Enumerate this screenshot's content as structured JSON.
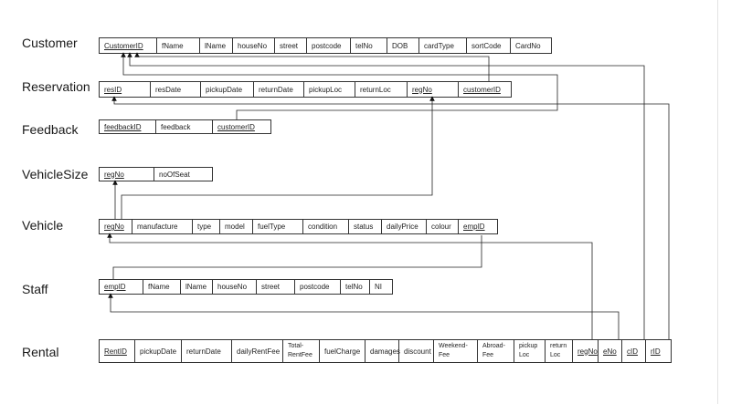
{
  "tables": [
    {
      "label": "Customer",
      "fields": [
        {
          "name": "CustomerID",
          "pk": true
        },
        {
          "name": "fName"
        },
        {
          "name": "lName"
        },
        {
          "name": "houseNo"
        },
        {
          "name": "street"
        },
        {
          "name": "postcode"
        },
        {
          "name": "telNo"
        },
        {
          "name": "DOB"
        },
        {
          "name": "cardType"
        },
        {
          "name": "sortCode"
        },
        {
          "name": "CardNo"
        }
      ]
    },
    {
      "label": "Reservation",
      "fields": [
        {
          "name": "resID",
          "pk": true
        },
        {
          "name": "resDate"
        },
        {
          "name": "pickupDate"
        },
        {
          "name": "returnDate"
        },
        {
          "name": "pickupLoc"
        },
        {
          "name": "returnLoc"
        },
        {
          "name": "regNo",
          "pk": true
        },
        {
          "name": "customerID",
          "pk": true
        }
      ]
    },
    {
      "label": "Feedback",
      "fields": [
        {
          "name": "feedbackID",
          "pk": true
        },
        {
          "name": "feedback"
        },
        {
          "name": "customerID",
          "pk": true
        }
      ]
    },
    {
      "label": "VehicleSize",
      "fields": [
        {
          "name": "regNo",
          "pk": true
        },
        {
          "name": "noOfSeat"
        }
      ]
    },
    {
      "label": "Vehicle",
      "fields": [
        {
          "name": "regNo",
          "pk": true
        },
        {
          "name": "manufacture"
        },
        {
          "name": "type"
        },
        {
          "name": "model"
        },
        {
          "name": "fuelType"
        },
        {
          "name": "condition"
        },
        {
          "name": "status"
        },
        {
          "name": "dailyPrice"
        },
        {
          "name": "colour"
        },
        {
          "name": "empID",
          "pk": true
        }
      ]
    },
    {
      "label": "Staff",
      "fields": [
        {
          "name": "empID",
          "pk": true
        },
        {
          "name": "fName"
        },
        {
          "name": "lName"
        },
        {
          "name": "houseNo"
        },
        {
          "name": "street"
        },
        {
          "name": "postcode"
        },
        {
          "name": "telNo"
        },
        {
          "name": "NI"
        }
      ]
    },
    {
      "label": "Rental",
      "fields": [
        {
          "name": "RentID",
          "pk": true
        },
        {
          "name": "pickupDate"
        },
        {
          "name": "returnDate"
        },
        {
          "name": "dailyRentFee"
        },
        {
          "name": "Total-RentFee"
        },
        {
          "name": "fuelCharge"
        },
        {
          "name": "damages"
        },
        {
          "name": "discount"
        },
        {
          "name": "Weekend-Fee"
        },
        {
          "name": "Abroad-Fee"
        },
        {
          "name": "pickup Loc"
        },
        {
          "name": "return Loc"
        },
        {
          "name": "regNo",
          "pk": true
        },
        {
          "name": "eNo",
          "pk": true
        },
        {
          "name": "cID",
          "pk": true
        },
        {
          "name": "rID",
          "pk": true
        }
      ]
    }
  ]
}
